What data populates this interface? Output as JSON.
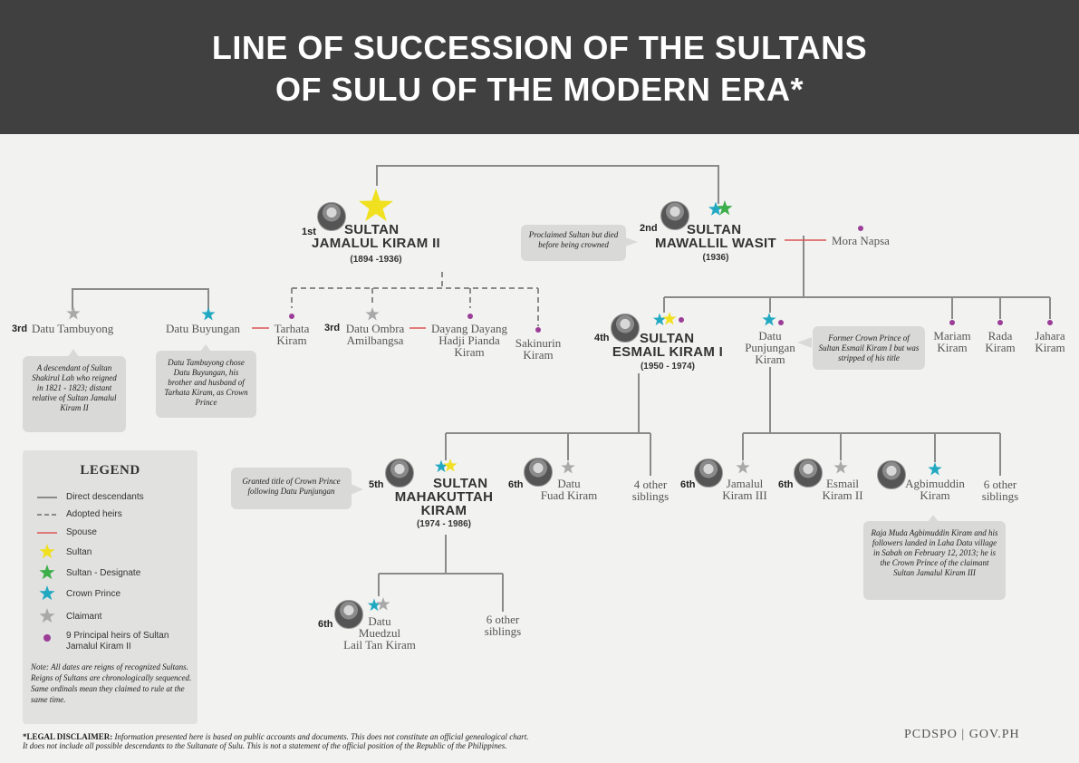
{
  "header": {
    "title_line1": "LINE OF SUCCESSION OF THE SULTANS",
    "title_line2": "OF SULU OF THE MODERN ERA*"
  },
  "colors": {
    "sultan": "#f0e020",
    "designate": "#3cae4a",
    "crown_prince": "#22a9c2",
    "claimant": "#a9a9a9",
    "heir_dot": "#9b3d97",
    "spouse_line": "#d55",
    "line": "#8a8a8a"
  },
  "sultans": {
    "jamalul": {
      "ordinal": "1st",
      "line1": "SULTAN",
      "line2": "JAMALUL KIRAM II",
      "reign": "(1894 -1936)"
    },
    "mawallil": {
      "ordinal": "2nd",
      "line1": "SULTAN",
      "line2": "MAWALLIL WASIT",
      "reign": "(1936)"
    },
    "esmail": {
      "ordinal": "4th",
      "line1": "SULTAN",
      "line2": "ESMAIL KIRAM I",
      "reign": "(1950 - 1974)"
    },
    "mahakuttah": {
      "ordinal": "5th",
      "line1": "SULTAN",
      "line2": "MAHAKUTTAH",
      "line3": "KIRAM",
      "reign": "(1974 - 1986)"
    }
  },
  "persons": {
    "tambuyong": {
      "ordinal": "3rd",
      "name": "Datu Tambuyong"
    },
    "buyungan": {
      "name": "Datu Buyungan"
    },
    "tarhata": {
      "line1": "Tarhata",
      "line2": "Kiram"
    },
    "ombra": {
      "ordinal": "3rd",
      "line1": "Datu Ombra",
      "line2": "Amilbangsa"
    },
    "dayang": {
      "line1": "Dayang Dayang",
      "line2": "Hadji Pianda",
      "line3": "Kiram"
    },
    "sakinurin": {
      "line1": "Sakinurin",
      "line2": "Kiram"
    },
    "mora": {
      "name": "Mora Napsa"
    },
    "punjungan": {
      "line1": "Datu",
      "line2": "Punjungan",
      "line3": "Kiram"
    },
    "mariam": {
      "line1": "Mariam",
      "line2": "Kiram"
    },
    "rada": {
      "line1": "Rada",
      "line2": "Kiram"
    },
    "jahara": {
      "line1": "Jahara",
      "line2": "Kiram"
    },
    "fuad": {
      "ordinal": "6th",
      "line1": "Datu",
      "line2": "Fuad Kiram"
    },
    "siblings4": {
      "line1": "4 other",
      "line2": "siblings"
    },
    "jamalul3": {
      "ordinal": "6th",
      "line1": "Jamalul",
      "line2": "Kiram III"
    },
    "esmail2": {
      "ordinal": "6th",
      "line1": "Esmail",
      "line2": "Kiram II"
    },
    "agbimuddin": {
      "line1": "Agbimuddin",
      "line2": "Kiram"
    },
    "siblings6a": {
      "line1": "6 other",
      "line2": "siblings"
    },
    "muedzul": {
      "ordinal": "6th",
      "line1": "Datu",
      "line2": "Muedzul",
      "line3": "Lail Tan Kiram"
    },
    "siblings6b": {
      "line1": "6 other",
      "line2": "siblings"
    }
  },
  "notes": {
    "tambuyong": "A descendant of Sultan Shakirul Lah who reigned in 1821 - 1823; distant relative of Sultan Jamalul Kiram II",
    "buyungan": "Datu Tambuyong chose Datu Buyungan, his brother and husband of Tarhata Kiram, as Crown Prince",
    "mawallil": "Proclaimed Sultan but died before being crowned",
    "punjungan": "Former Crown Prince of Sultan Esmail Kiram I but was stripped of his title",
    "mahakuttah": "Granted title of Crown Prince following Datu Punjungan",
    "agbimuddin": "Raja Muda Agbimuddin Kiram and his followers landed in Laha Datu village in Sabah on February 12, 2013; he is the Crown Prince of the claimant Sultan Jamalul Kiram III"
  },
  "legend": {
    "title": "LEGEND",
    "items": [
      "Direct descendants",
      "Adopted heirs",
      "Spouse",
      "Sultan",
      "Sultan - Designate",
      "Crown Prince",
      "Claimant",
      "9 Principal heirs of Sultan Jamalul Kiram II"
    ],
    "note": "Note: All dates are reigns of recognized Sultans. Reigns of Sultans are chronologically sequenced. Same ordinals mean they claimed to rule at the same time."
  },
  "footer": {
    "disclaimer_label": "*LEGAL DISCLAIMER:",
    "disclaimer_text1": " Information presented here is based on public accounts and documents. This does not constitute an official genealogical chart.",
    "disclaimer_text2": "It does not include all possible descendants to the Sultanate of Sulu. This is not a statement of the official position of the Republic of the Philippines.",
    "credit": "PCDSPO | GOV.PH"
  }
}
